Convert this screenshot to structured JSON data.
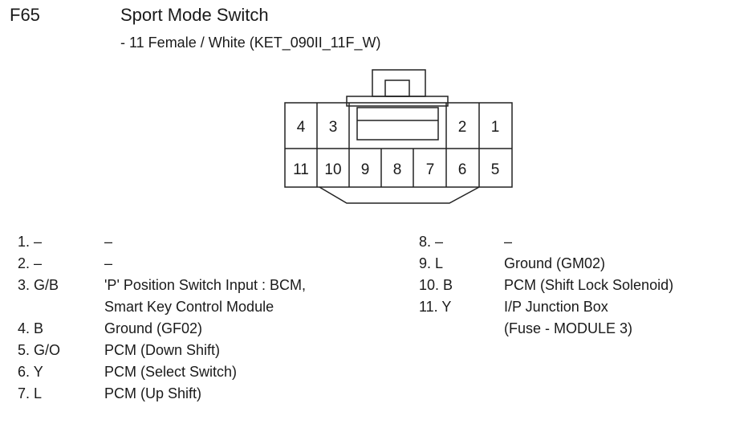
{
  "connector": {
    "code": "F65",
    "title": "Sport Mode Switch",
    "subtitle": "- 11 Female / White (KET_090II_11F_W)",
    "top_row": [
      "4",
      "3",
      "",
      "2",
      "1"
    ],
    "bottom_row": [
      "11",
      "10",
      "9",
      "8",
      "7",
      "6",
      "5"
    ]
  },
  "pins_left": [
    {
      "num": "1. –",
      "desc": [
        "–"
      ]
    },
    {
      "num": "2. –",
      "desc": [
        "–"
      ]
    },
    {
      "num": "3. G/B",
      "desc": [
        "'P' Position Switch Input : BCM,",
        "Smart Key Control Module"
      ]
    },
    {
      "num": "4. B",
      "desc": [
        "Ground (GF02)"
      ]
    },
    {
      "num": "5. G/O",
      "desc": [
        "PCM (Down Shift)"
      ]
    },
    {
      "num": "6. Y",
      "desc": [
        "PCM (Select Switch)"
      ]
    },
    {
      "num": "7. L",
      "desc": [
        "PCM (Up Shift)"
      ]
    }
  ],
  "pins_right": [
    {
      "num": "8. –",
      "desc": [
        "–"
      ]
    },
    {
      "num": "9. L",
      "desc": [
        "Ground (GM02)"
      ]
    },
    {
      "num": "10. B",
      "desc": [
        "PCM (Shift Lock Solenoid)"
      ]
    },
    {
      "num": "11. Y",
      "desc": [
        "I/P Junction Box",
        "(Fuse - MODULE 3)"
      ]
    }
  ]
}
